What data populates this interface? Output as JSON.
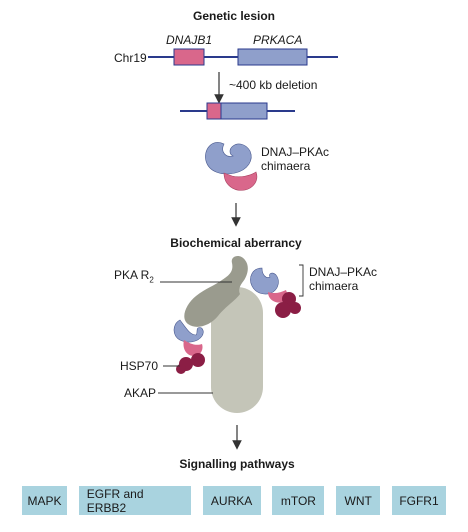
{
  "sections": {
    "genetic_lesion": "Genetic lesion",
    "biochemical_aberrancy": "Biochemical aberrancy",
    "signalling_pathways": "Signalling pathways"
  },
  "genes": {
    "dnajb1": "DNAJB1",
    "prkaca": "PRKACA",
    "chromosome": "Chr19"
  },
  "deletion_label": "~400 kb deletion",
  "chimaera_top": {
    "line1": "DNAJ–PKAc",
    "line2": "chimaera"
  },
  "complex_labels": {
    "pka_r2": "PKA R",
    "pka_r2_sub": "2",
    "chimaera_line1": "DNAJ–PKAc",
    "chimaera_line2": "chimaera",
    "hsp70": "HSP70",
    "akap": "AKAP"
  },
  "pathways": [
    "MAPK",
    "EGFR and ERBB2",
    "AURKA",
    "mTOR",
    "WNT",
    "FGFR1"
  ],
  "colors": {
    "dnajb1": "#d9678b",
    "prkaca": "#8f9fcb",
    "line_blue": "#2a3a8c",
    "hsp70": "#8b1e45",
    "pka_r2": "#9a9b8e",
    "akap": "#c4c5b8",
    "pathway_box": "#a9d3df"
  }
}
